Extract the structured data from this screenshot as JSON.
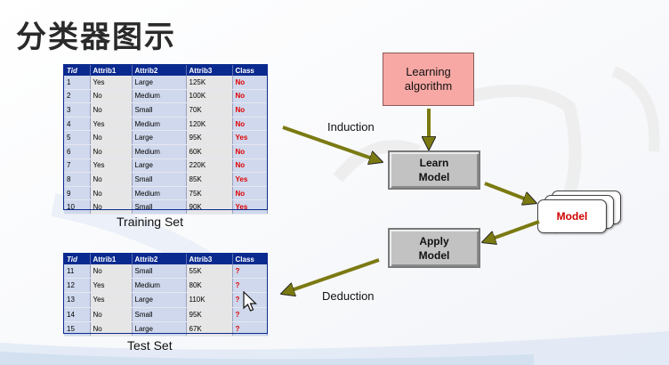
{
  "title": "分类器图示",
  "training_set": {
    "caption": "Training Set",
    "columns": [
      "Tid",
      "Attrib1",
      "Attrib2",
      "Attrib3",
      "Class"
    ],
    "rows": [
      [
        "1",
        "Yes",
        "Large",
        "125K",
        "No"
      ],
      [
        "2",
        "No",
        "Medium",
        "100K",
        "No"
      ],
      [
        "3",
        "No",
        "Small",
        "70K",
        "No"
      ],
      [
        "4",
        "Yes",
        "Medium",
        "120K",
        "No"
      ],
      [
        "5",
        "No",
        "Large",
        "95K",
        "Yes"
      ],
      [
        "6",
        "No",
        "Medium",
        "60K",
        "No"
      ],
      [
        "7",
        "Yes",
        "Large",
        "220K",
        "No"
      ],
      [
        "8",
        "No",
        "Small",
        "85K",
        "Yes"
      ],
      [
        "9",
        "No",
        "Medium",
        "75K",
        "No"
      ],
      [
        "10",
        "No",
        "Small",
        "90K",
        "Yes"
      ]
    ]
  },
  "test_set": {
    "caption": "Test Set",
    "columns": [
      "Tid",
      "Attrib1",
      "Attrib2",
      "Attrib3",
      "Class"
    ],
    "rows": [
      [
        "11",
        "No",
        "Small",
        "55K",
        "?"
      ],
      [
        "12",
        "Yes",
        "Medium",
        "80K",
        "?"
      ],
      [
        "13",
        "Yes",
        "Large",
        "110K",
        "?"
      ],
      [
        "14",
        "No",
        "Small",
        "95K",
        "?"
      ],
      [
        "15",
        "No",
        "Large",
        "67K",
        "?"
      ]
    ]
  },
  "learning_algorithm": "Learning\nalgorithm",
  "learn_model": "Learn\nModel",
  "apply_model": "Apply\nModel",
  "model": "Model",
  "induction": "Induction",
  "deduction": "Deduction",
  "colors": {
    "table_header": "#0b2a8f",
    "class_value": "#e00000",
    "arrow": "#7b7a12",
    "learning_box": "#f8a8a4",
    "model_text": "#d00000"
  }
}
